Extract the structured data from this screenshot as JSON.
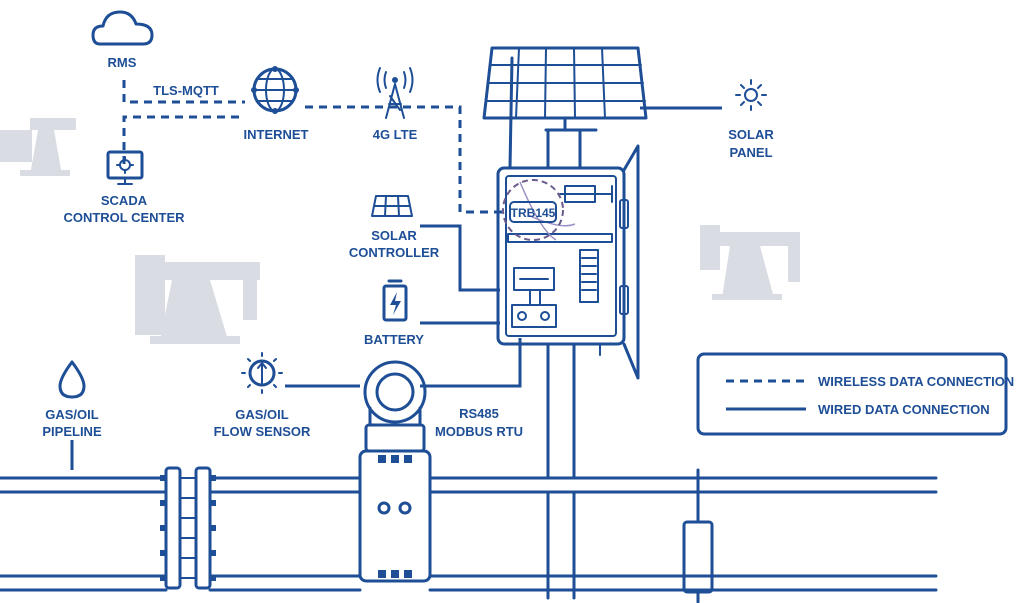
{
  "labels": {
    "rms": "RMS",
    "tls_mqtt": "TLS-MQTT",
    "internet": "INTERNET",
    "lte": "4G LTE",
    "scada_line1": "SCADA",
    "scada_line2": "CONTROL CENTER",
    "solar_panel_line1": "SOLAR",
    "solar_panel_line2": "PANEL",
    "solar_controller_line1": "SOLAR",
    "solar_controller_line2": "CONTROLLER",
    "battery": "BATTERY",
    "device": "TRB145",
    "pipeline_line1": "GAS/OIL",
    "pipeline_line2": "PIPELINE",
    "sensor_line1": "GAS/OIL",
    "sensor_line2": "FLOW SENSOR",
    "rs485_line1": "RS485",
    "rs485_line2": "MODBUS RTU"
  },
  "legend": {
    "wireless": "WIRELESS DATA CONNECTION",
    "wired": "WIRED DATA CONNECTION"
  },
  "colors": {
    "ink": "#1e4e96",
    "pump_silhouette": "#d9dce3",
    "device_ring": "#6b5a8e",
    "background": "#ffffff"
  },
  "icons": [
    "cloud-icon",
    "globe-icon",
    "cell-tower-icon",
    "monitor-gear-icon",
    "sun-icon",
    "solar-controller-icon",
    "battery-icon",
    "oil-drop-icon",
    "flow-sensor-icon"
  ]
}
